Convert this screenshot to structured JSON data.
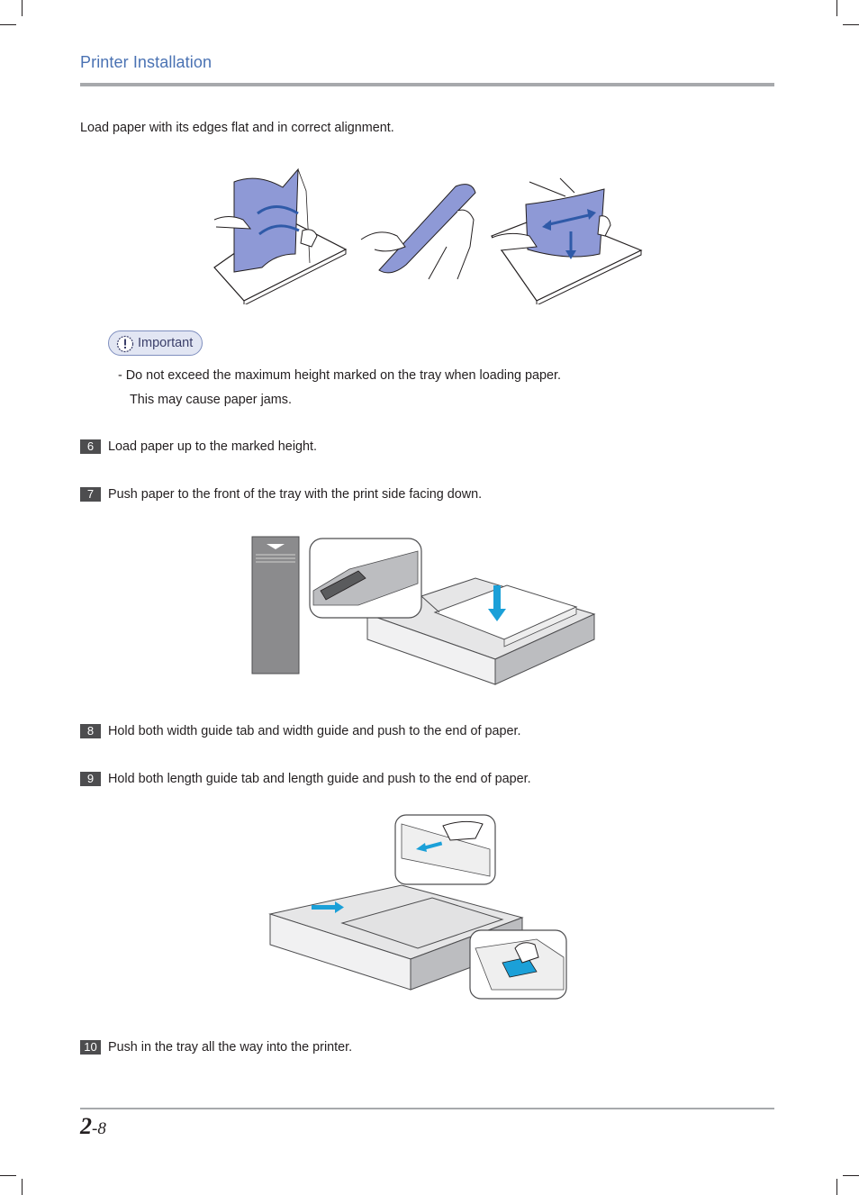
{
  "header": {
    "title": "Printer Installation"
  },
  "intro": "Load paper with its edges flat and in correct alignment.",
  "important": {
    "label": "Important",
    "note_line1": "-  Do not exceed the maximum height marked on the tray when loading paper.",
    "note_line2": "This may cause paper jams."
  },
  "steps": [
    {
      "num": "6",
      "text": "Load paper up to the marked height."
    },
    {
      "num": "7",
      "text": "Push paper to the front of the tray with the print side facing down."
    },
    {
      "num": "8",
      "text": "Hold both width guide tab and width guide and push to the end of paper."
    },
    {
      "num": "9",
      "text": "Hold both length guide tab and length guide and push to the end of paper."
    },
    {
      "num": "10",
      "text": "Push in the tray all the way into the printer."
    }
  ],
  "footer": {
    "chapter": "2",
    "page": "-8"
  },
  "colors": {
    "accent": "#4a72b3",
    "paper": "#8e99d6",
    "arrow_blue": "#1ba0d8",
    "step_box": "#4d4d4f"
  }
}
